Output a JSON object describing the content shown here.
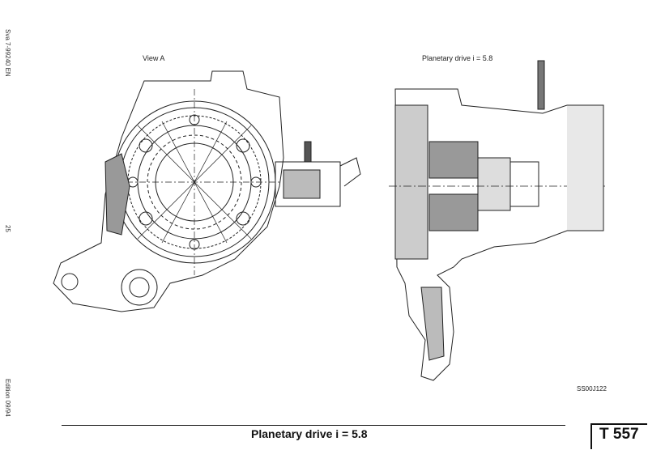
{
  "margin": {
    "document_id": "Sva 7-99240 EN",
    "page_number": "25",
    "edition": "Edition 09/94"
  },
  "drawings": {
    "left_caption": "View A",
    "right_caption": "Planetary drive i = 5.8",
    "drawing_code": "SS00J122"
  },
  "footer": {
    "title": "Planetary drive i = 5.8",
    "section_code": "T 557"
  }
}
